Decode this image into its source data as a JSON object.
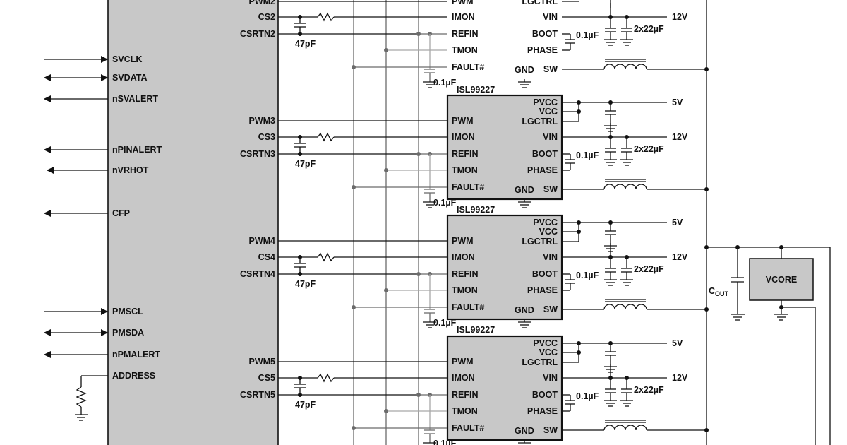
{
  "controller": {
    "left_pins": [
      {
        "id": "svclk",
        "label": "SVCLK",
        "direction": "in"
      },
      {
        "id": "svdata",
        "label": "SVDATA",
        "direction": "bidir"
      },
      {
        "id": "nsvalert",
        "label": "nSVALERT",
        "direction": "out"
      },
      {
        "id": "npinalert",
        "label": "nPINALERT",
        "direction": "out"
      },
      {
        "id": "nvrhot",
        "label": "nVRHOT",
        "direction": "out"
      },
      {
        "id": "cfp",
        "label": "CFP",
        "direction": "out"
      },
      {
        "id": "pmscl",
        "label": "PMSCL",
        "direction": "in"
      },
      {
        "id": "pmsda",
        "label": "PMSDA",
        "direction": "bidir"
      },
      {
        "id": "npmalert",
        "label": "nPMALERT",
        "direction": "out"
      },
      {
        "id": "address",
        "label": "ADDRESS",
        "direction": "resistor"
      }
    ],
    "top_partial_label": "PWM2",
    "phases": [
      {
        "pwm": "",
        "cs": "CS2",
        "csrtn": "CSRTN2"
      },
      {
        "pwm": "PWM3",
        "cs": "CS3",
        "csrtn": "CSRTN3"
      },
      {
        "pwm": "PWM4",
        "cs": "CS4",
        "csrtn": "CSRTN4"
      },
      {
        "pwm": "PWM5",
        "cs": "CS5",
        "csrtn": "CSRTN5"
      }
    ]
  },
  "driver": {
    "part": "ISL99227",
    "left_pins": [
      "PWM",
      "IMON",
      "REFIN",
      "TMON",
      "FAULT#"
    ],
    "right_top_pins": [
      "PVCC",
      "VCC",
      "LGCTRL"
    ],
    "vin_pin": "VIN",
    "boot_pin": "BOOT",
    "phase_pin": "PHASE",
    "gnd_pin": "GND",
    "sw_pin": "SW",
    "top_partial_pins": [
      "PWM",
      "LGCTRL"
    ]
  },
  "components": {
    "filter_cap": "47pF",
    "refin_cap": "0.1µF",
    "boot_cap": "0.1µF",
    "input_caps": "2x22µF",
    "supply_5v": "5V",
    "supply_12v": "12V"
  },
  "output": {
    "load_label": "VCORE",
    "cout_main": "C",
    "cout_sub": "OUT"
  }
}
